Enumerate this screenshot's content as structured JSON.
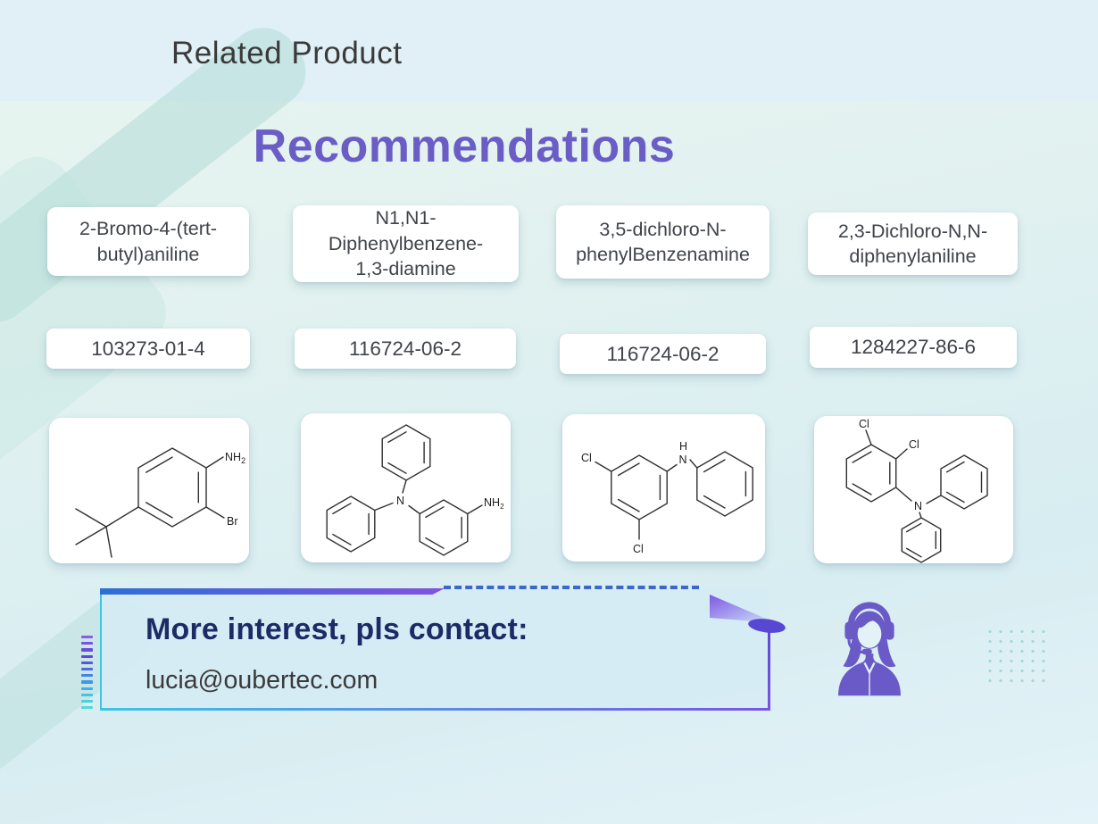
{
  "header": {
    "title": "Related Product"
  },
  "main": {
    "title": "Recommendations"
  },
  "products": [
    {
      "name": "2-Bromo-4-(tert-butyl)aniline",
      "cas": "103273-01-4",
      "atoms": {
        "nh": "NH",
        "nh_sub": "2",
        "br": "Br"
      }
    },
    {
      "name": "N1,N1-Diphenylbenzene-1,3-diamine",
      "cas": "116724-06-2",
      "atoms": {
        "n": "N",
        "nh": "NH",
        "nh_sub": "2"
      }
    },
    {
      "name": "3,5-dichloro-N-phenylBenzenamine",
      "cas": "116724-06-2",
      "atoms": {
        "cl_top": "Cl",
        "cl_bottom": "Cl",
        "h": "H",
        "n": "N"
      }
    },
    {
      "name": "2,3-Dichloro-N,N-diphenylaniline",
      "cas": "1284227-86-6",
      "atoms": {
        "cl_1": "Cl",
        "cl_2": "Cl",
        "n": "N"
      }
    }
  ],
  "contact": {
    "heading": "More interest, pls contact:",
    "email": "lucia@oubertec.com"
  },
  "icons": {
    "support_agent": "headset-agent-icon",
    "flag_pointer": "flag-pointer-icon",
    "ladder": "ladder-dashes-decoration",
    "dot_grid": "dot-grid-decoration"
  },
  "colors": {
    "title_purple": "#6a5dc6",
    "heading_navy": "#1c2b66",
    "accent_cyan": "#3cc5e8",
    "gradient_blue": "#2e6fd6",
    "gradient_purple": "#8253e0",
    "agent_purple": "#6a5ac8",
    "top_band": "#e0f0f6"
  }
}
